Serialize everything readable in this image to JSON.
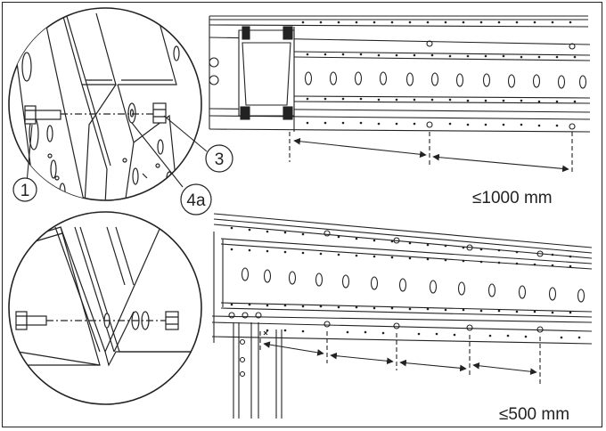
{
  "figure": {
    "callouts": {
      "bolt": "1",
      "nut": "3",
      "washer": "4a"
    },
    "spacing": {
      "upper_rail": "≤1000 mm",
      "lower_rail": "≤500 mm"
    }
  }
}
